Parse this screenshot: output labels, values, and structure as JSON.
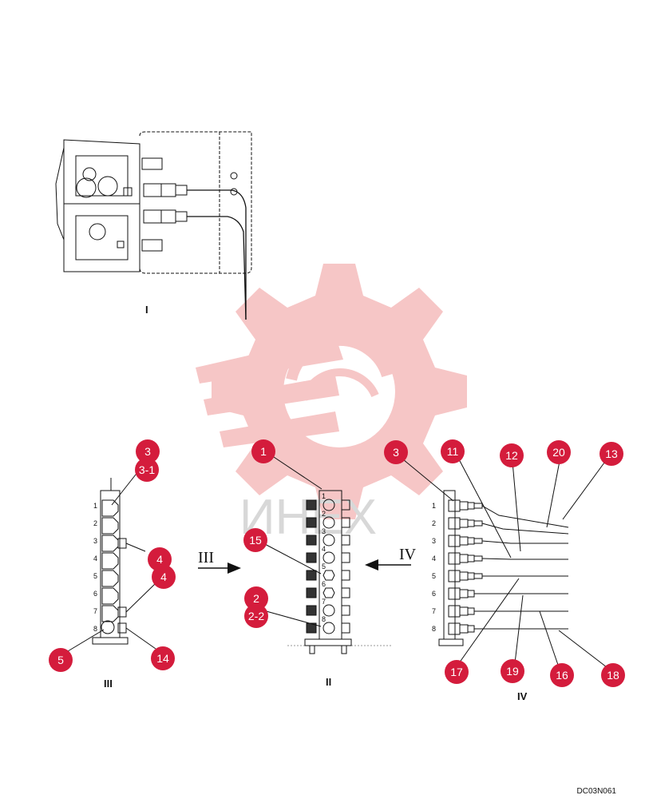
{
  "figure_code": "DC03N061",
  "view_labels": {
    "view1": "I",
    "view2": "II",
    "view3": "III",
    "view4": "IV",
    "arrow3": "III",
    "arrow4": "IV"
  },
  "watermark_text": "ИНЕХ",
  "port_numbers": [
    "1",
    "2",
    "3",
    "4",
    "5",
    "6",
    "7",
    "8"
  ],
  "callouts": {
    "c3a": "3",
    "c3_1": "3-1",
    "c4a": "4",
    "c4b": "4",
    "c5": "5",
    "c14": "14",
    "c1": "1",
    "c15": "15",
    "c2": "2",
    "c2_2": "2-2",
    "c3b": "3",
    "c11": "11",
    "c12": "12",
    "c20": "20",
    "c13": "13",
    "c17": "17",
    "c19": "19",
    "c16": "16",
    "c18": "18"
  },
  "colors": {
    "callout": "#d41c3c",
    "watermark": "#f4b7b7",
    "line": "#111111",
    "dashed": "#888888"
  }
}
